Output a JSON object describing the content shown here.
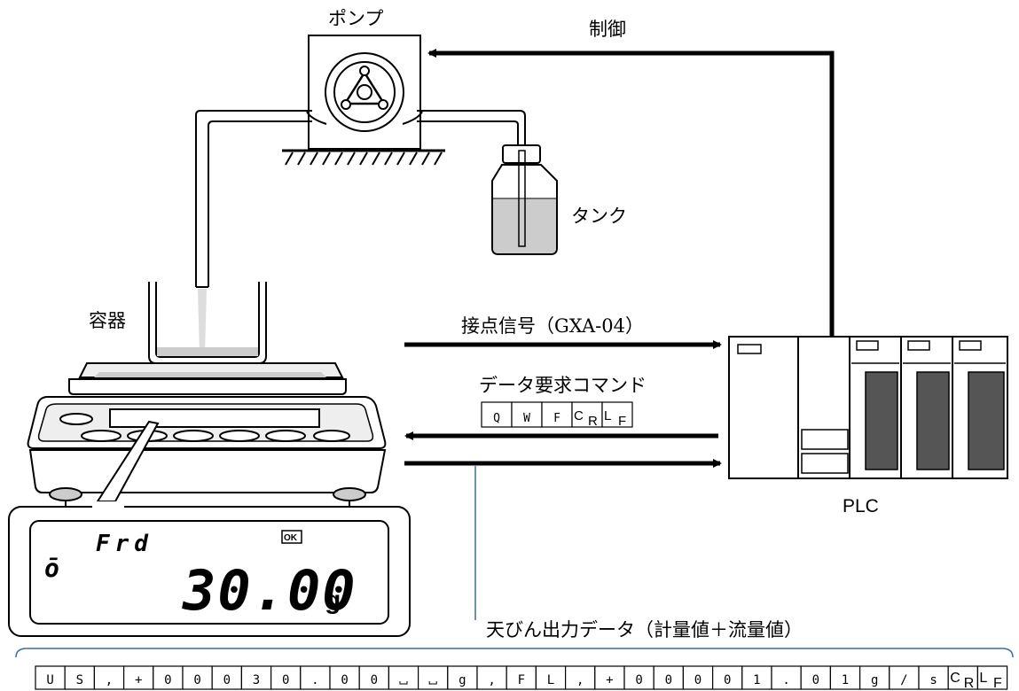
{
  "labels": {
    "pump": "ポンプ",
    "control": "制御",
    "tank": "タンク",
    "container": "容器",
    "contact_signal": "接点信号（GXA-04）",
    "request_command": "データ要求コマンド",
    "plc": "PLC",
    "output_data": "天びん出力データ（計量値＋流量値）"
  },
  "display": {
    "mode": "Frd",
    "ok": "OK",
    "value": "30.00",
    "unit": "g",
    "stable_mark": "ō"
  },
  "command_chars": [
    "Q",
    "W",
    "F",
    "CR",
    "LF"
  ],
  "output_chars": [
    "U",
    "S",
    ",",
    "+",
    "0",
    "0",
    "0",
    "3",
    "0",
    ".",
    "0",
    "0",
    "␣",
    "␣",
    "g",
    ",",
    "F",
    "L",
    ",",
    "+",
    "0",
    "0",
    "0",
    "0",
    "1",
    ".",
    "0",
    "1",
    "g",
    "/",
    "s",
    "CR",
    "LF"
  ]
}
